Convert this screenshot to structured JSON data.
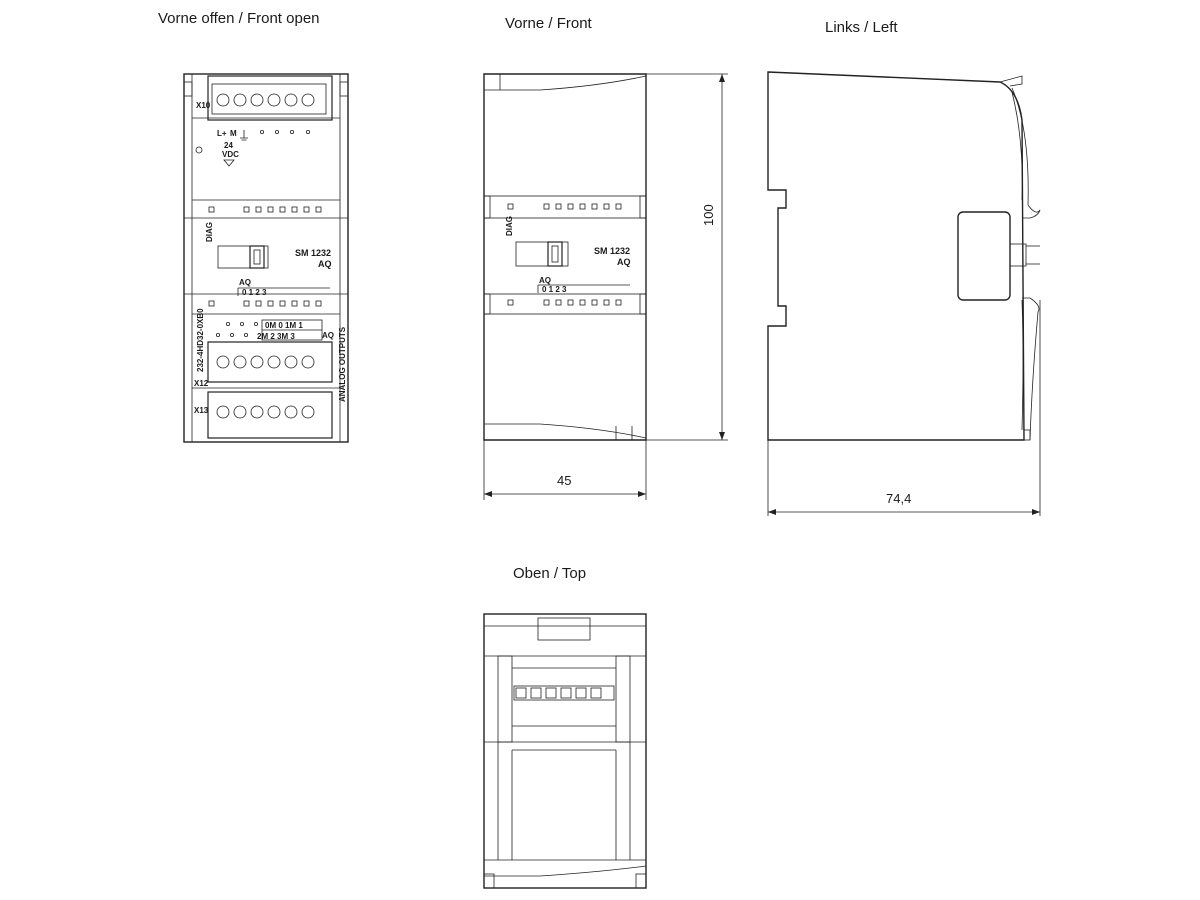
{
  "views": {
    "front_open": {
      "title": "Vorne offen / Front open",
      "connector_top": "X10",
      "connector_mid": "X12",
      "connector_bot": "X13",
      "power_l": "L+",
      "power_m": "M",
      "power_v": "24",
      "power_vdc": "VDC",
      "diag": "DIAG",
      "model": "SM 1232",
      "type": "AQ",
      "aq_label": "AQ",
      "aq_channels": "0 1 2 3",
      "term_row1": "0M   0  1M    1",
      "term_row2": "2M   2  3M    3",
      "aq_small": "AQ",
      "part_no": "232-4HD32-0XB0",
      "side_label": "ANALOG OUTPUTS"
    },
    "front": {
      "title": "Vorne / Front",
      "diag": "DIAG",
      "model": "SM 1232",
      "type": "AQ",
      "aq_label": "AQ",
      "aq_channels": "0 1 2 3",
      "width_dim": "45",
      "height_dim": "100"
    },
    "left": {
      "title": "Links / Left",
      "depth_dim": "74,4"
    },
    "top": {
      "title": "Oben / Top"
    }
  }
}
